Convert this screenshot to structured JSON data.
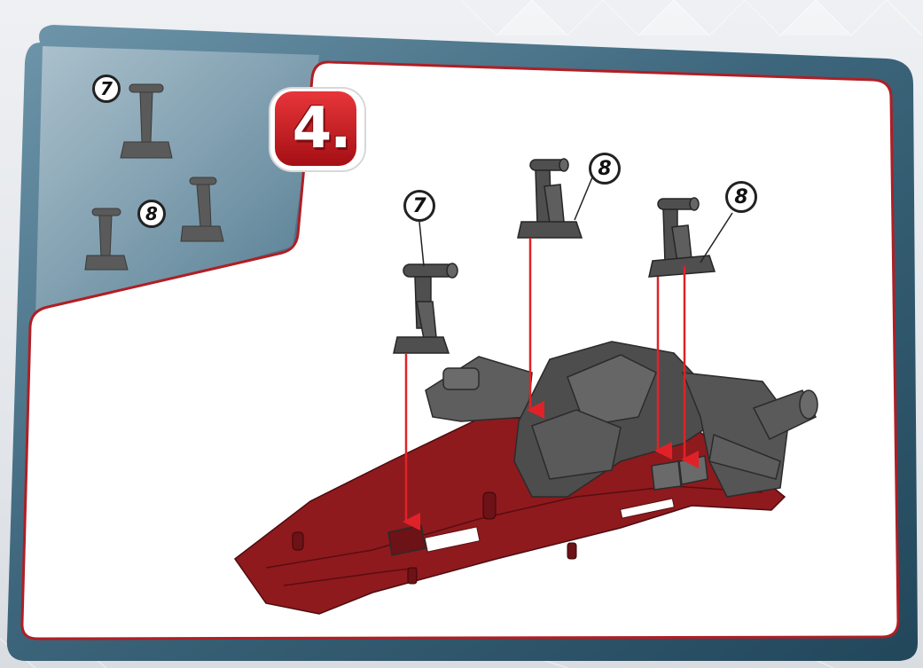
{
  "step": {
    "number": "4."
  },
  "legend": {
    "part_a": {
      "label": "7",
      "count": 1
    },
    "part_b": {
      "label": "8",
      "count": 2
    }
  },
  "callouts": [
    {
      "id": "a",
      "label": "7"
    },
    {
      "id": "b",
      "label": "8"
    },
    {
      "id": "c",
      "label": "8"
    }
  ],
  "colors": {
    "frame": "#2f566b",
    "frame_light": "#5b8399",
    "panel_red_border": "#b01e24",
    "chassis_red": "#8e1a1e",
    "part_gray": "#4e4e4e",
    "arrow_red": "#e02228",
    "badge_red": "#c8171c"
  },
  "icons": {
    "step_badge": "red-rounded-square",
    "callout": "numbered-circle",
    "arrow": "down-arrow"
  }
}
